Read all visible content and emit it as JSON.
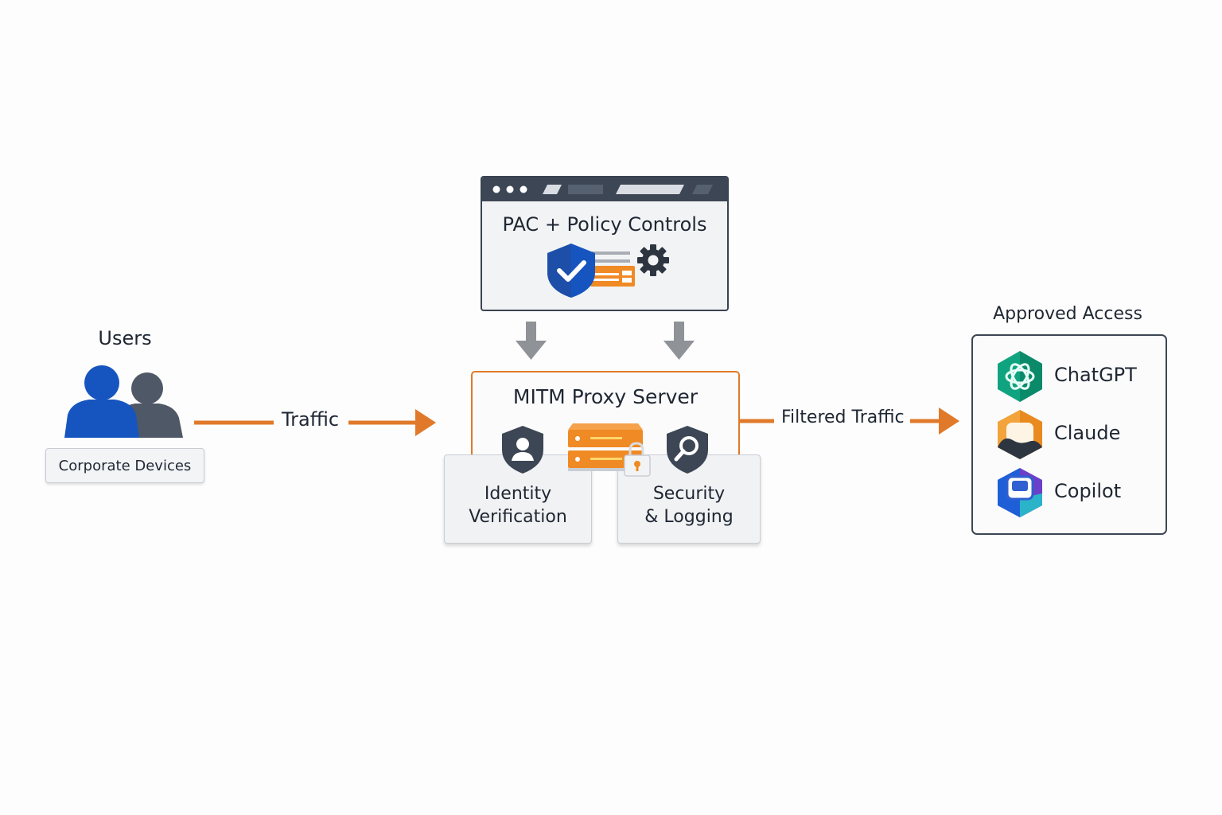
{
  "users": {
    "title": "Users",
    "devices_label": "Corporate Devices"
  },
  "flows": {
    "traffic_label": "Traffic",
    "filtered_label": "Filtered Traffic"
  },
  "policy": {
    "title": "PAC + Policy Controls"
  },
  "proxy": {
    "title": "MITM Proxy Server",
    "components": [
      {
        "line1": "Identity",
        "line2": "Verification"
      },
      {
        "line1": "Security",
        "line2": "& Logging"
      }
    ]
  },
  "approved": {
    "title": "Approved Access",
    "services": [
      {
        "name": "ChatGPT",
        "icon": "chatgpt-logo-icon",
        "color": "#10a37f"
      },
      {
        "name": "Claude",
        "icon": "claude-logo-icon",
        "color": "#f2a33a"
      },
      {
        "name": "Copilot",
        "icon": "copilot-logo-icon",
        "color": "#2f5fd0"
      }
    ]
  },
  "colors": {
    "accent_orange": "#e07a2a",
    "navy": "#3c4654",
    "brand_blue": "#1655c0",
    "arrow_gray": "#8f9296"
  }
}
